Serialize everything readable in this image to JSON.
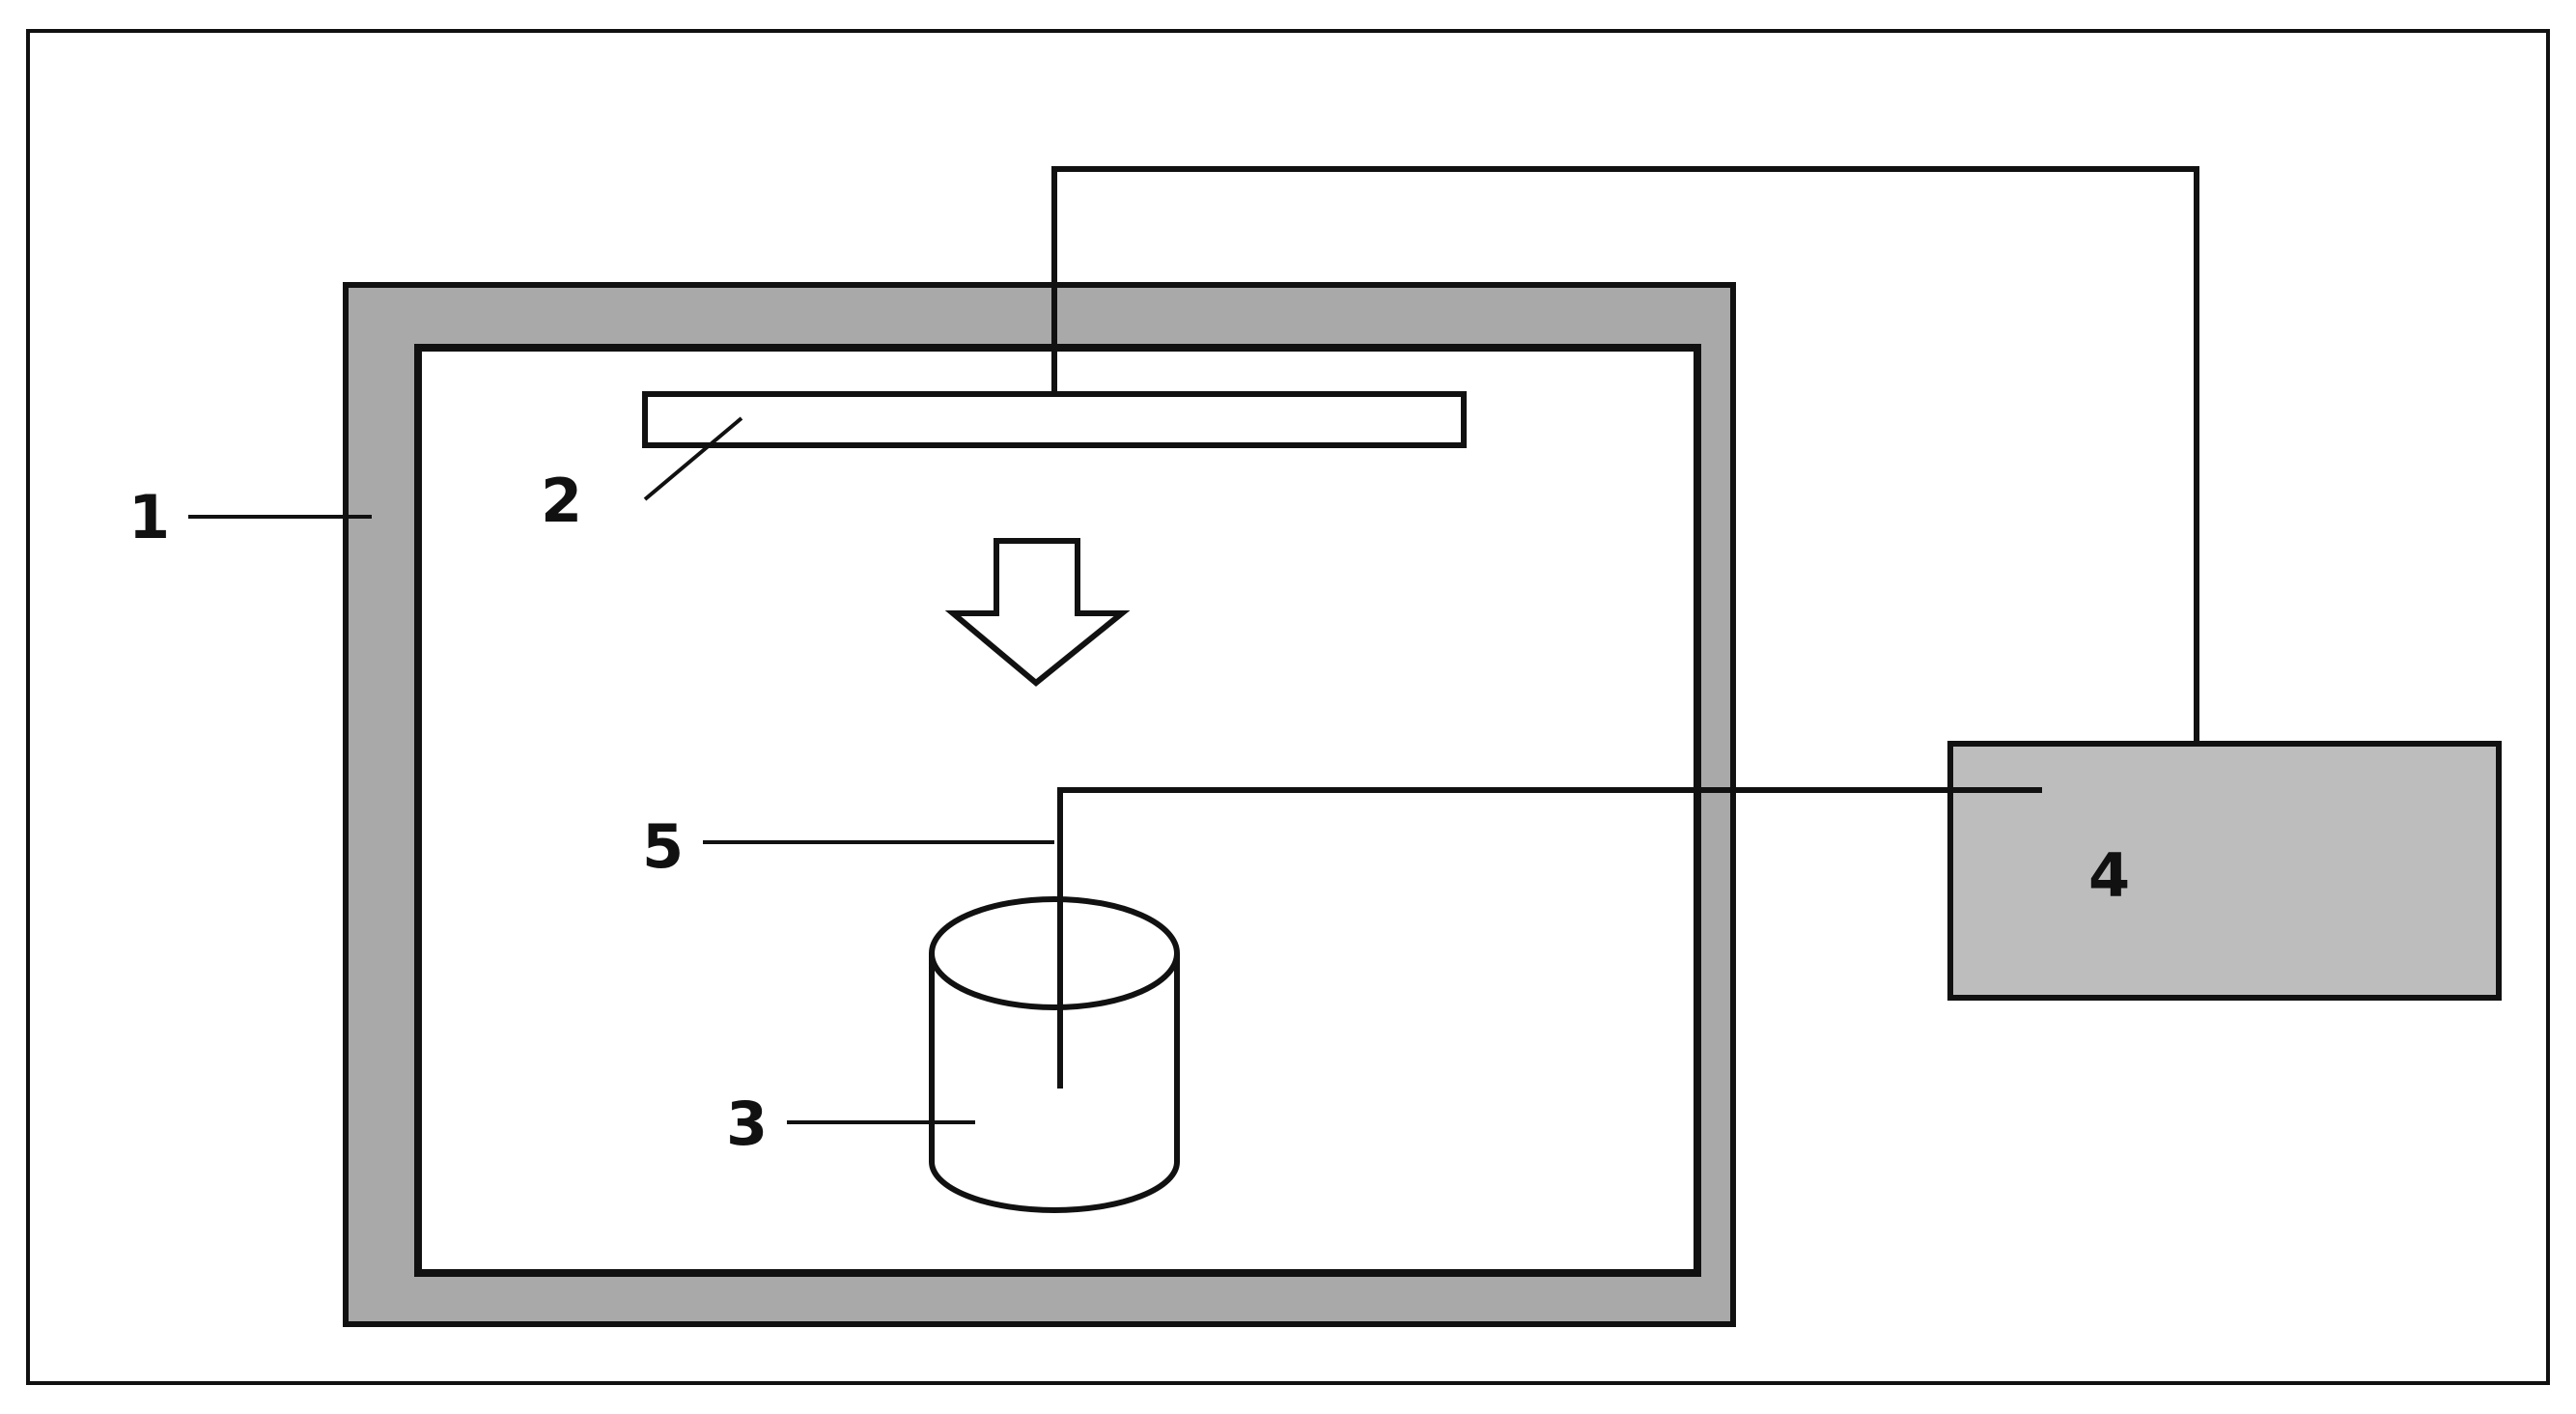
{
  "labels": {
    "chamber": "1",
    "plate": "2",
    "container": "3",
    "controller": "4",
    "probe": "5"
  },
  "colors": {
    "line": "#111111",
    "wall": "#a9a9a9",
    "controller_fill": "#bdbdbd",
    "background": "#ffffff"
  }
}
